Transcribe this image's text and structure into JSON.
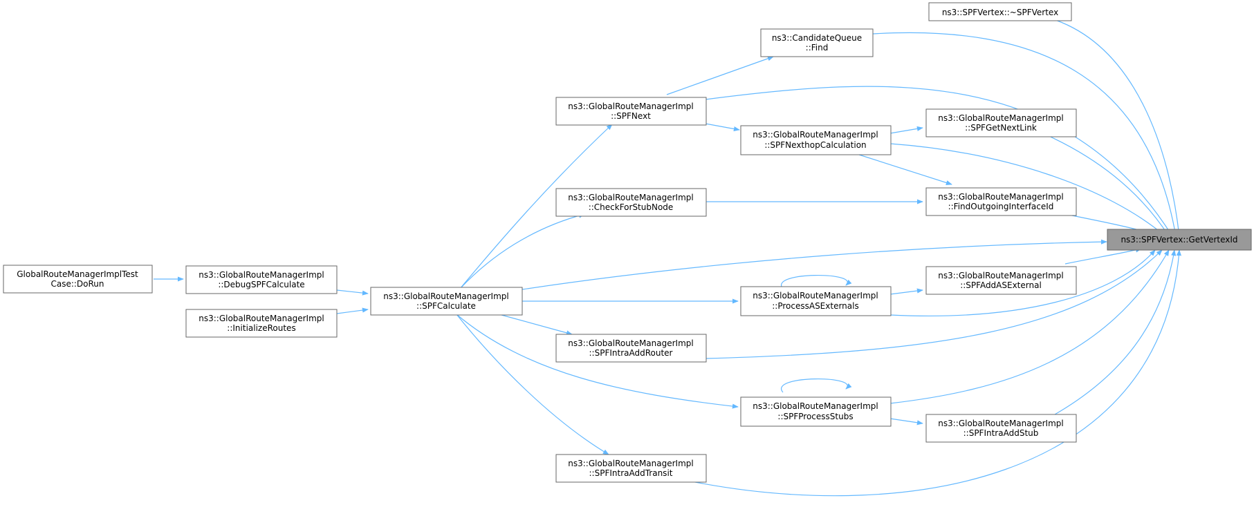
{
  "diagram": {
    "nodes": [
      {
        "id": "root",
        "lines": [
          "ns3::SPFVertex::GetVertexId"
        ]
      },
      {
        "id": "dtor",
        "lines": [
          "ns3::SPFVertex::~SPFVertex"
        ]
      },
      {
        "id": "cqfind",
        "lines": [
          "ns3::CandidateQueue",
          "::Find"
        ]
      },
      {
        "id": "spfnext",
        "lines": [
          "ns3::GlobalRouteManagerImpl",
          "::SPFNext"
        ]
      },
      {
        "id": "nexthop",
        "lines": [
          "ns3::GlobalRouteManagerImpl",
          "::SPFNexthopCalculation"
        ]
      },
      {
        "id": "getnextlink",
        "lines": [
          "ns3::GlobalRouteManagerImpl",
          "::SPFGetNextLink"
        ]
      },
      {
        "id": "stubnode",
        "lines": [
          "ns3::GlobalRouteManagerImpl",
          "::CheckForStubNode"
        ]
      },
      {
        "id": "findout",
        "lines": [
          "ns3::GlobalRouteManagerImpl",
          "::FindOutgoingInterfaceId"
        ]
      },
      {
        "id": "addasext",
        "lines": [
          "ns3::GlobalRouteManagerImpl",
          "::SPFAddASExternal"
        ]
      },
      {
        "id": "procasext",
        "lines": [
          "ns3::GlobalRouteManagerImpl",
          "::ProcessASExternals"
        ]
      },
      {
        "id": "spfcalc",
        "lines": [
          "ns3::GlobalRouteManagerImpl",
          "::SPFCalculate"
        ]
      },
      {
        "id": "debugspf",
        "lines": [
          "ns3::GlobalRouteManagerImpl",
          "::DebugSPFCalculate"
        ]
      },
      {
        "id": "initroutes",
        "lines": [
          "ns3::GlobalRouteManagerImpl",
          "::InitializeRoutes"
        ]
      },
      {
        "id": "dorun",
        "lines": [
          "GlobalRouteManagerImplTest",
          "Case::DoRun"
        ]
      },
      {
        "id": "addrouter",
        "lines": [
          "ns3::GlobalRouteManagerImpl",
          "::SPFIntraAddRouter"
        ]
      },
      {
        "id": "procstubs",
        "lines": [
          "ns3::GlobalRouteManagerImpl",
          "::SPFProcessStubs"
        ]
      },
      {
        "id": "addstub",
        "lines": [
          "ns3::GlobalRouteManagerImpl",
          "::SPFIntraAddStub"
        ]
      },
      {
        "id": "addtransit",
        "lines": [
          "ns3::GlobalRouteManagerImpl",
          "::SPFIntraAddTransit"
        ]
      }
    ],
    "edges": [
      {
        "from": "dtor",
        "to": "root"
      },
      {
        "from": "cqfind",
        "to": "root"
      },
      {
        "from": "spfnext",
        "to": "root"
      },
      {
        "from": "getnextlink",
        "to": "root"
      },
      {
        "from": "nexthop",
        "to": "root"
      },
      {
        "from": "findout",
        "to": "root"
      },
      {
        "from": "spfcalc",
        "to": "root"
      },
      {
        "from": "addasext",
        "to": "root"
      },
      {
        "from": "procasext",
        "to": "root"
      },
      {
        "from": "addrouter",
        "to": "root"
      },
      {
        "from": "procstubs",
        "to": "root"
      },
      {
        "from": "addstub",
        "to": "root"
      },
      {
        "from": "addtransit",
        "to": "root"
      },
      {
        "from": "spfnext",
        "to": "cqfind"
      },
      {
        "from": "spfcalc",
        "to": "spfnext"
      },
      {
        "from": "spfnext",
        "to": "nexthop"
      },
      {
        "from": "nexthop",
        "to": "getnextlink"
      },
      {
        "from": "nexthop",
        "to": "findout"
      },
      {
        "from": "stubnode",
        "to": "findout"
      },
      {
        "from": "spfcalc",
        "to": "stubnode"
      },
      {
        "from": "procasext",
        "to": "addasext"
      },
      {
        "from": "procasext",
        "to": "procasext"
      },
      {
        "from": "spfcalc",
        "to": "procasext"
      },
      {
        "from": "debugspf",
        "to": "spfcalc"
      },
      {
        "from": "initroutes",
        "to": "spfcalc"
      },
      {
        "from": "dorun",
        "to": "debugspf"
      },
      {
        "from": "spfcalc",
        "to": "addrouter"
      },
      {
        "from": "spfcalc",
        "to": "procstubs"
      },
      {
        "from": "procstubs",
        "to": "procstubs"
      },
      {
        "from": "procstubs",
        "to": "addstub"
      },
      {
        "from": "spfcalc",
        "to": "addtransit"
      }
    ],
    "colors": {
      "edge": "#63b8ff",
      "root_fill": "#999999",
      "node_border": "#666666"
    }
  }
}
